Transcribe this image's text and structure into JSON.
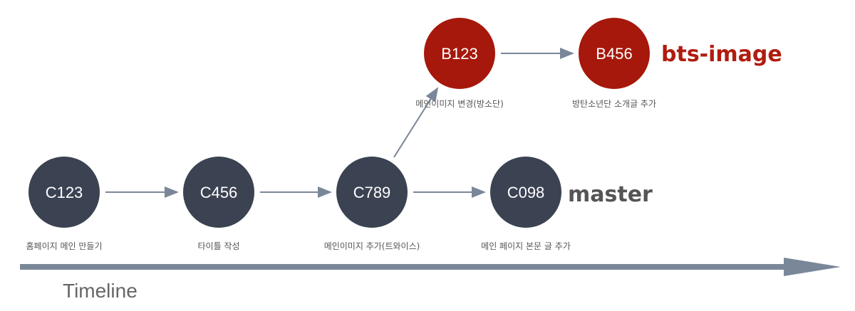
{
  "colors": {
    "master": "#3b4252",
    "bts": "#a6180b",
    "arrow": "#7a8799",
    "branch_master": "#555555",
    "branch_bts": "#b01c0f"
  },
  "nodes": [
    {
      "id": "C123",
      "label": "C123",
      "desc": "홈페이지 메인 만들기",
      "branch": "master"
    },
    {
      "id": "C456",
      "label": "C456",
      "desc": "타이틀 작성",
      "branch": "master"
    },
    {
      "id": "C789",
      "label": "C789",
      "desc": "메인이미지 추가(트와이스)",
      "branch": "master"
    },
    {
      "id": "C098",
      "label": "C098",
      "desc": "메인 페이지 본문 글 추가",
      "branch": "master"
    },
    {
      "id": "B123",
      "label": "B123",
      "desc": "메인이미지 변경(방소단)",
      "branch": "bts"
    },
    {
      "id": "B456",
      "label": "B456",
      "desc": "방탄소년단 소개글 추가",
      "branch": "bts"
    }
  ],
  "edges": [
    [
      "C123",
      "C456"
    ],
    [
      "C456",
      "C789"
    ],
    [
      "C789",
      "C098"
    ],
    [
      "C789",
      "B123"
    ],
    [
      "B123",
      "B456"
    ]
  ],
  "branches": {
    "master": "master",
    "bts": "bts-image"
  },
  "timeline_label": "Timeline"
}
